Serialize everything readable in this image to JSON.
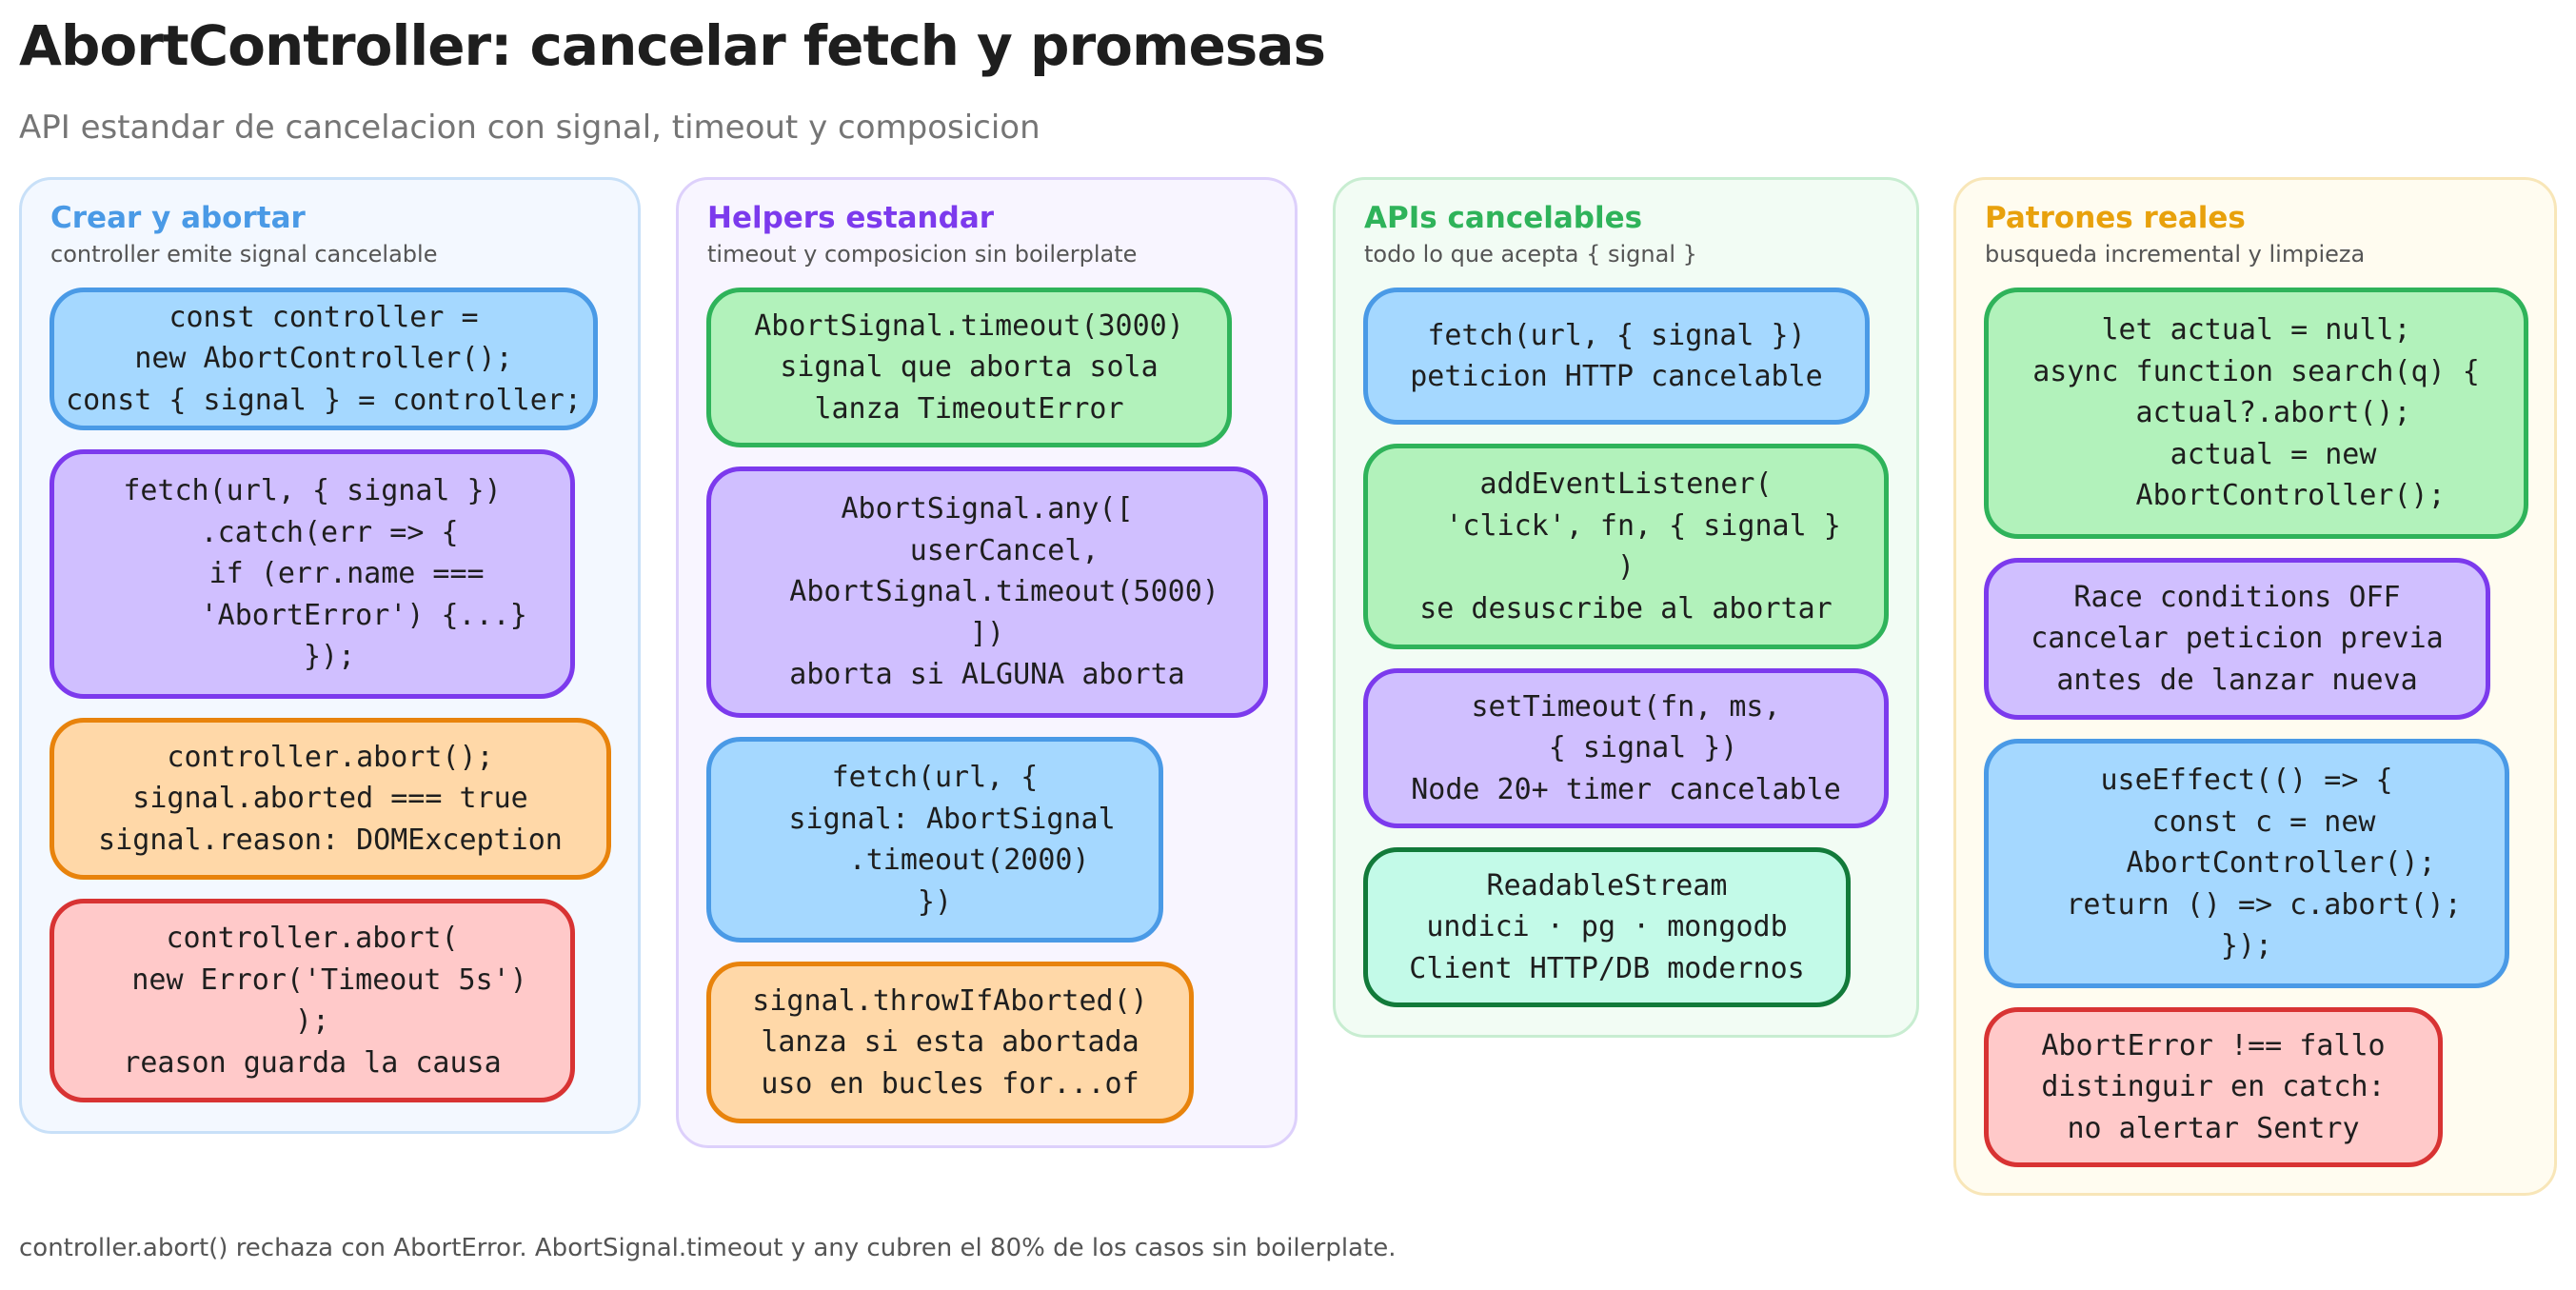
{
  "header": {
    "title": "AbortController: cancelar fetch y promesas",
    "subtitle": "API estandar de cancelacion con signal, timeout y composicion"
  },
  "footer": {
    "text": "controller.abort() rechaza con AbortError. AbortSignal.timeout y any cubren el 80% de los casos sin boilerplate."
  },
  "colors": {
    "blue_column": "#4a9ae6",
    "purple_column": "#7c3aed",
    "green_column": "#2fb35a",
    "yellow_column": "#e8a10c"
  },
  "columns": [
    {
      "title": "Crear y abortar",
      "subtitle": "controller emite signal cancelable",
      "cards": [
        {
          "text": "const controller =\nnew AbortController();\nconst { signal } = controller;",
          "color": "blue"
        },
        {
          "text": "fetch(url, { signal })\n  .catch(err => {\n    if (err.name ===\n      'AbortError') {...}\n  });",
          "color": "purple"
        },
        {
          "text": "controller.abort();\nsignal.aborted === true\nsignal.reason: DOMException",
          "color": "orange"
        },
        {
          "text": "controller.abort(\n  new Error('Timeout 5s')\n);\nreason guarda la causa",
          "color": "red"
        }
      ]
    },
    {
      "title": "Helpers estandar",
      "subtitle": "timeout y composicion sin boilerplate",
      "cards": [
        {
          "text": "AbortSignal.timeout(3000)\nsignal que aborta sola\nlanza TimeoutError",
          "color": "green"
        },
        {
          "text": "AbortSignal.any([\n  userCancel,\n  AbortSignal.timeout(5000)\n])\naborta si ALGUNA aborta",
          "color": "purple"
        },
        {
          "text": "fetch(url, {\n  signal: AbortSignal\n    .timeout(2000)\n})",
          "color": "blue"
        },
        {
          "text": "signal.throwIfAborted()\nlanza si esta abortada\nuso en bucles for...of",
          "color": "orange"
        }
      ]
    },
    {
      "title": "APIs cancelables",
      "subtitle": "todo lo que acepta { signal }",
      "cards": [
        {
          "text": "fetch(url, { signal })\npeticion HTTP cancelable",
          "color": "blue"
        },
        {
          "text": "addEventListener(\n  'click', fn, { signal }\n)\nse desuscribe al abortar",
          "color": "green"
        },
        {
          "text": "setTimeout(fn, ms,\n  { signal })\nNode 20+ timer cancelable",
          "color": "purple"
        },
        {
          "text": "ReadableStream\nundici · pg · mongodb\nClient HTTP/DB modernos",
          "color": "teal"
        }
      ]
    },
    {
      "title": "Patrones reales",
      "subtitle": "busqueda incremental y limpieza",
      "cards": [
        {
          "text": "let actual = null;\nasync function search(q) {\n  actual?.abort();\n  actual = new\n    AbortController();",
          "color": "green"
        },
        {
          "text": "Race conditions OFF\ncancelar peticion previa\nantes de lanzar nueva",
          "color": "purple"
        },
        {
          "text": "useEffect(() => {\n  const c = new\n    AbortController();\n  return () => c.abort();\n});",
          "color": "blue"
        },
        {
          "text": "AbortError !== fallo\ndistinguir en catch:\nno alertar Sentry",
          "color": "red"
        }
      ]
    }
  ]
}
